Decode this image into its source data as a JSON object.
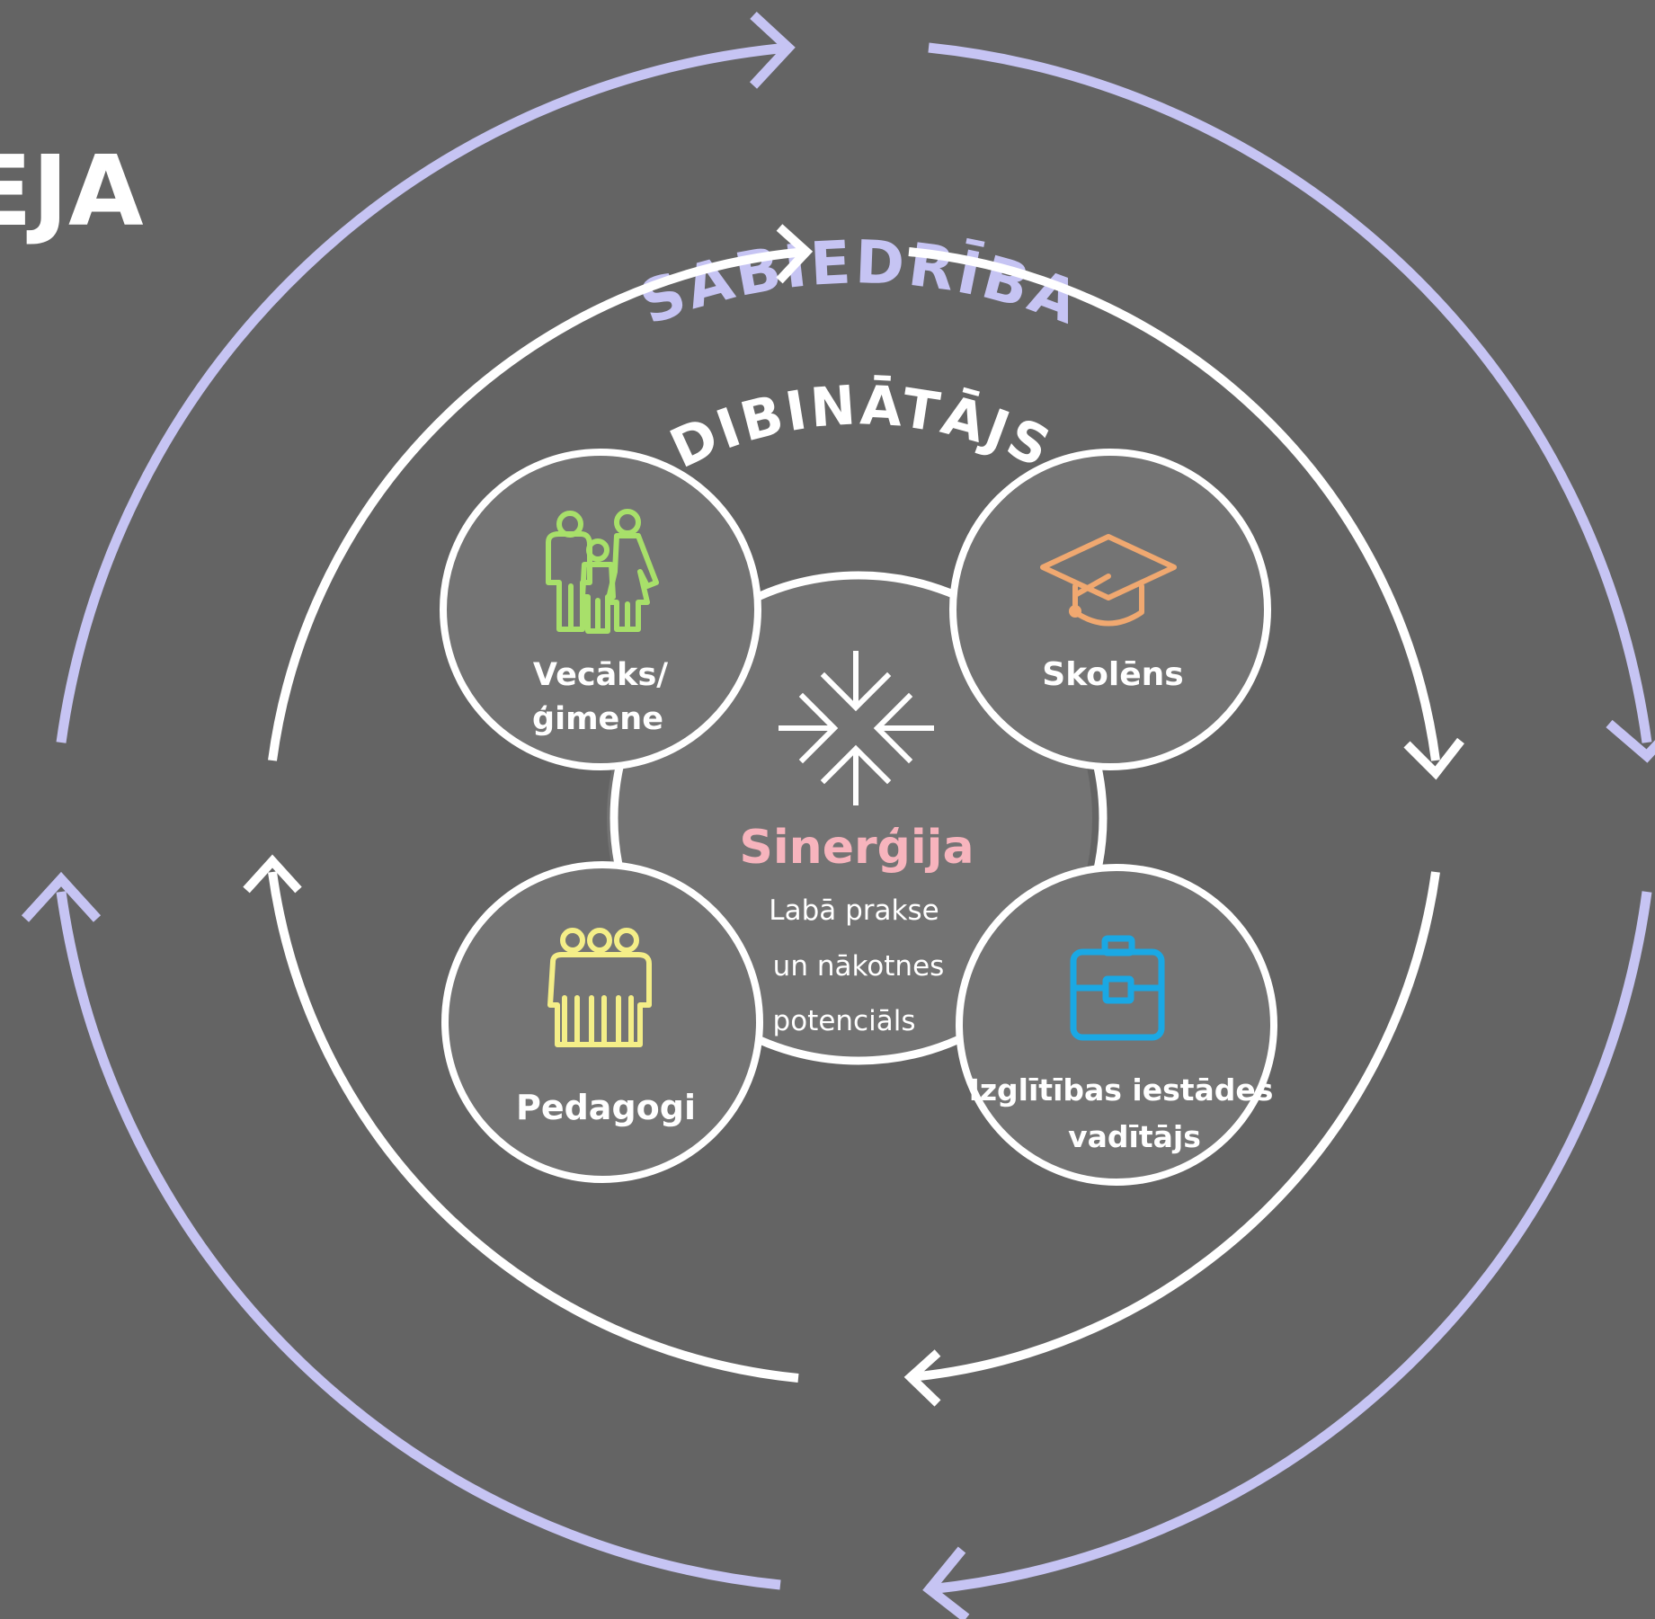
{
  "colors": {
    "background": "#646464",
    "outer_ring": "#c6c4f3",
    "inner_ring": "#ffffff",
    "circle_fill": "#747474",
    "family_icon": "#a8e06a",
    "student_icon": "#f0a870",
    "teachers_icon": "#f4ee88",
    "director_icon": "#1aa8e4",
    "synergy_title": "#f7b4bd"
  },
  "corner_title": "EJA",
  "outer_ring": {
    "label": "SABIEDRĪBA"
  },
  "inner_ring": {
    "label": "DIBINĀTĀJS"
  },
  "center": {
    "icon": "arrows-converging-icon",
    "title": "Sinerģija",
    "lines": [
      "Labā prakse",
      "un nākotnes",
      "potenciāls"
    ]
  },
  "nodes": {
    "family": {
      "icon": "family-icon",
      "lines": [
        "Vecāks/",
        "ģimene"
      ]
    },
    "student": {
      "icon": "graduation-cap-icon",
      "lines": [
        "Skolēns"
      ]
    },
    "teachers": {
      "icon": "group-of-people-icon",
      "lines": [
        "Pedagogi"
      ]
    },
    "director": {
      "icon": "briefcase-icon",
      "lines": [
        "Izglītības iestādes",
        "vadītājs"
      ]
    }
  }
}
